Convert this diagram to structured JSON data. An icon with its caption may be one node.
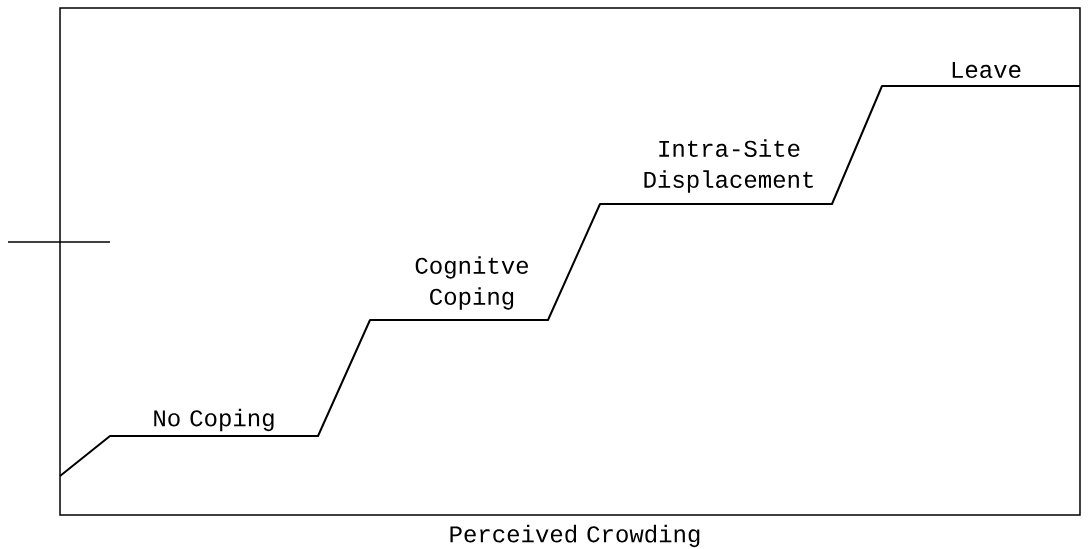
{
  "diagram": {
    "labels": [
      "Leave",
      "Intra-Site Displacement",
      "Cognitve Coping",
      "No Coping",
      "Perceived Crowding"
    ]
  }
}
